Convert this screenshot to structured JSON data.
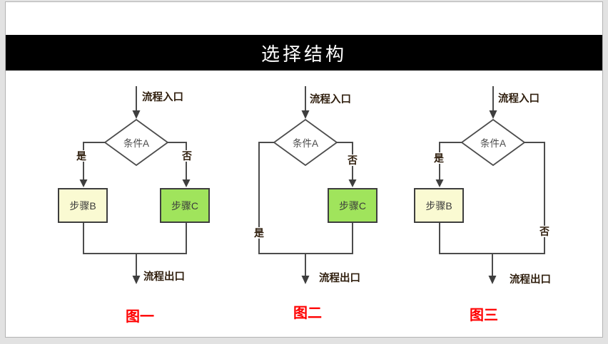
{
  "banner": {
    "title": "选择结构"
  },
  "labels": {
    "entry": "流程入口",
    "exit": "流程出口",
    "condition": "条件A",
    "yes": "是",
    "no": "否",
    "step_b": "步骤B",
    "step_c": "步骤C"
  },
  "figures": [
    {
      "caption": "图一"
    },
    {
      "caption": "图二"
    },
    {
      "caption": "图三"
    }
  ],
  "colors": {
    "app_background": "#e2e2e2",
    "slide_background": "#ffffff",
    "banner_background": "#000000",
    "banner_text": "#ffffff",
    "step_b_fill": "#fafad2",
    "step_c_fill": "#a0e45c",
    "box_border": "#3e3e3e",
    "connector_line": "#4c4c4c",
    "flow_label_text": "#2f1e0d",
    "caption_text": "#ff0000"
  }
}
